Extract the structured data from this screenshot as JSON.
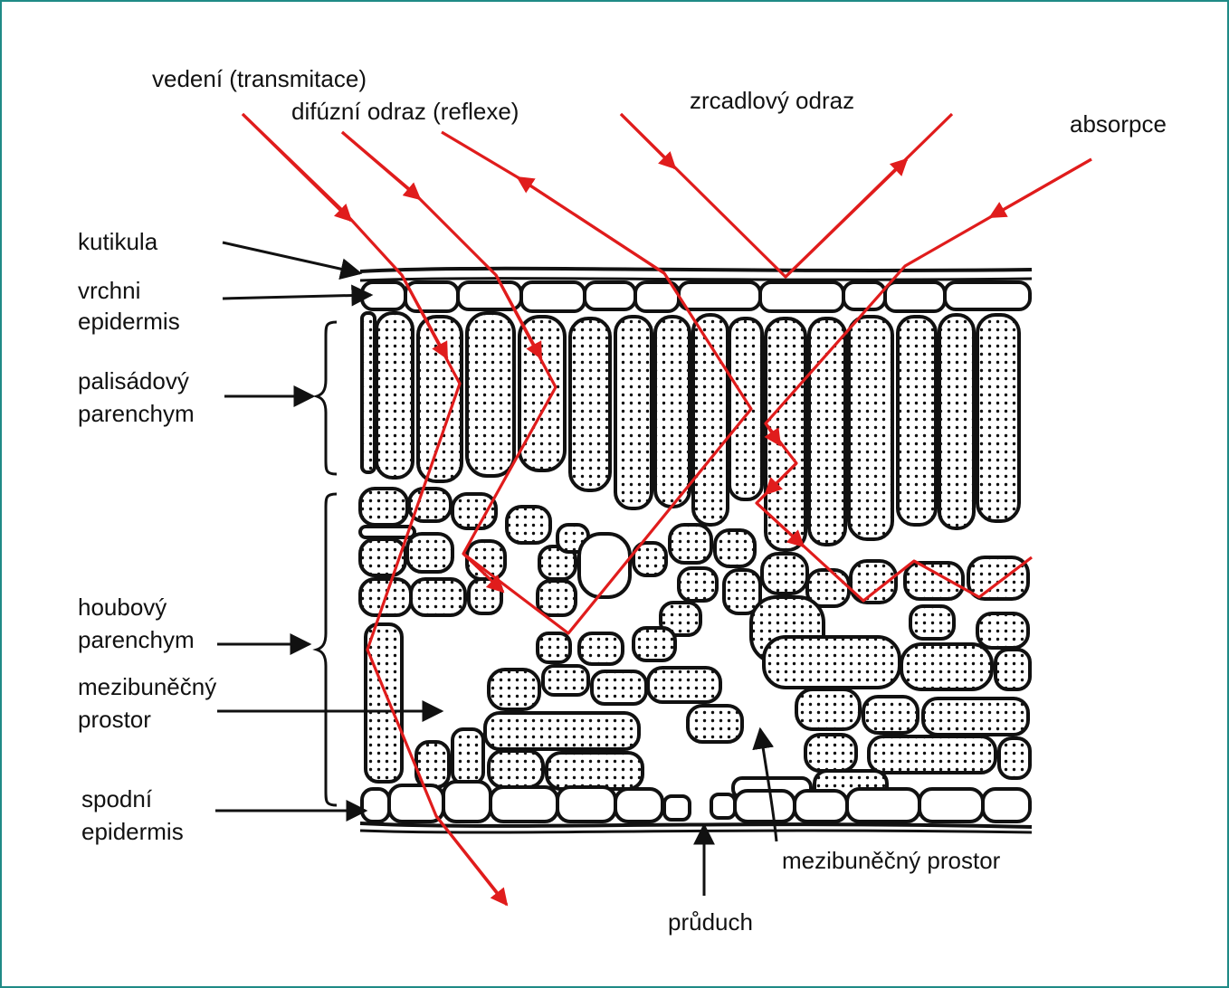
{
  "colors": {
    "ray": "#e01c1c",
    "frame": "#1f8a86",
    "ink": "#111111"
  },
  "ray_labels": {
    "transmission": "vedení (transmitace)",
    "diffuse": "difúzní odraz (reflexe)",
    "specular": "zrcadlový odraz",
    "absorption": "absorpce"
  },
  "layer_labels": {
    "cuticle": "kutikula",
    "upper_epidermis_1": "vrchni",
    "upper_epidermis_2": "epidermis",
    "palisade_1": "palisádový",
    "palisade_2": "parenchym",
    "spongy_1": "houbový",
    "spongy_2": "parenchym",
    "intercellular_1": "mezibuněčný",
    "intercellular_2": "prostor",
    "lower_epidermis_1": "spodní",
    "lower_epidermis_2": "epidermis"
  },
  "bottom_labels": {
    "intercellular_space": "mezibuněčný prostor",
    "stoma": "průduch"
  }
}
